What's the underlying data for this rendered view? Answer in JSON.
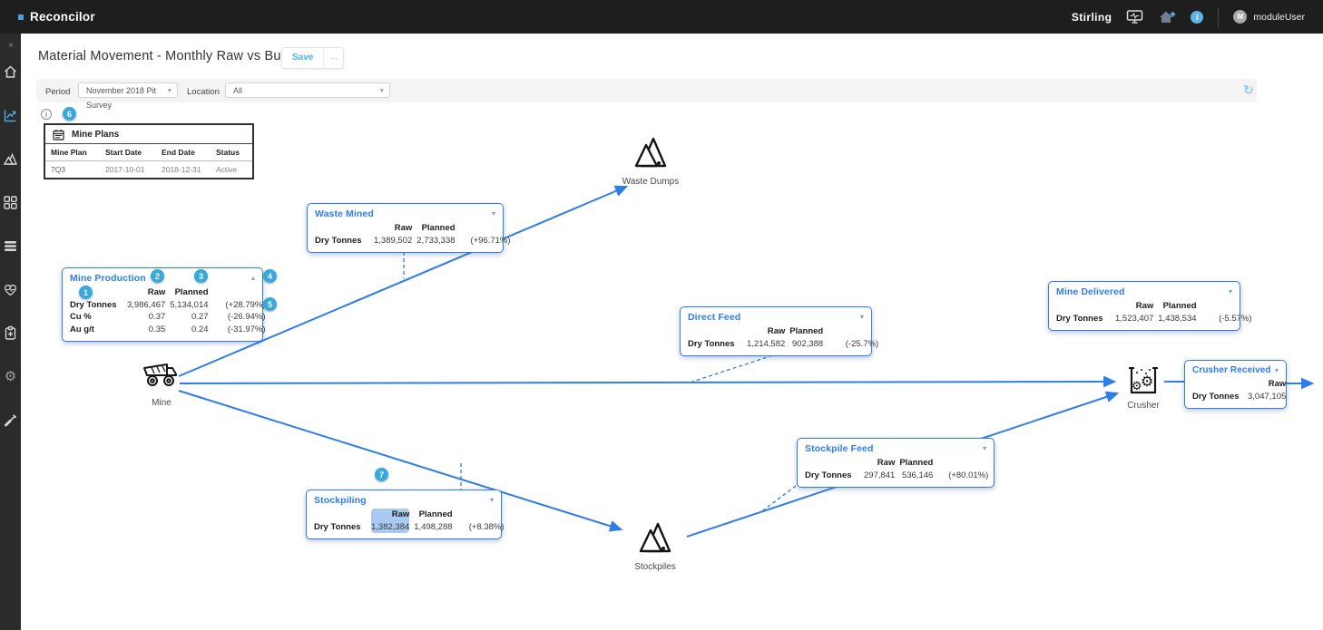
{
  "topbar": {
    "brand": "Reconcilor",
    "site": "Stirling",
    "user": "moduleUser",
    "avatar_initial": "M"
  },
  "page": {
    "title": "Material Movement - Monthly Raw vs Budget",
    "save_label": "Save",
    "more_label": "..."
  },
  "filters": {
    "period_label": "Period",
    "period_value": "November 2018 Pit Survey",
    "location_label": "Location",
    "location_value": "All"
  },
  "mine_plans": {
    "title": "Mine Plans",
    "columns": [
      "Mine Plan",
      "Start Date",
      "End Date",
      "Status"
    ],
    "rows": [
      {
        "plan": "7Q3",
        "start": "2017-10-01",
        "end": "2018-12-31",
        "status": "Active"
      }
    ]
  },
  "cards": {
    "mine_production": {
      "title": "Mine Production",
      "col_raw": "Raw",
      "col_planned": "Planned",
      "rows": [
        {
          "label": "Dry Tonnes",
          "raw": "3,986,467",
          "planned": "5,134,014",
          "delta": "(+28.79%)"
        },
        {
          "label": "Cu %",
          "raw": "0.37",
          "planned": "0.27",
          "delta": "(-26.94%)"
        },
        {
          "label": "Au g/t",
          "raw": "0.35",
          "planned": "0.24",
          "delta": "(-31.97%)"
        }
      ]
    },
    "waste_mined": {
      "title": "Waste Mined",
      "col_raw": "Raw",
      "col_planned": "Planned",
      "rows": [
        {
          "label": "Dry Tonnes",
          "raw": "1,389,502",
          "planned": "2,733,338",
          "delta": "(+96.71%)"
        }
      ]
    },
    "direct_feed": {
      "title": "Direct Feed",
      "col_raw": "Raw",
      "col_planned": "Planned",
      "rows": [
        {
          "label": "Dry Tonnes",
          "raw": "1,214,582",
          "planned": "902,388",
          "delta": "(-25.7%)"
        }
      ]
    },
    "mine_delivered": {
      "title": "Mine Delivered",
      "col_raw": "Raw",
      "col_planned": "Planned",
      "rows": [
        {
          "label": "Dry Tonnes",
          "raw": "1,523,407",
          "planned": "1,438,534",
          "delta": "(-5.57%)"
        }
      ]
    },
    "crusher_received": {
      "title": "Crusher Received",
      "col_raw": "Raw",
      "rows": [
        {
          "label": "Dry Tonnes",
          "raw": "3,047,105"
        }
      ]
    },
    "stockpile_feed": {
      "title": "Stockpile Feed",
      "col_raw": "Raw",
      "col_planned": "Planned",
      "rows": [
        {
          "label": "Dry Tonnes",
          "raw": "297,841",
          "planned": "536,146",
          "delta": "(+80.01%)"
        }
      ]
    },
    "stockpiling": {
      "title": "Stockpiling",
      "col_raw": "Raw",
      "col_planned": "Planned",
      "rows": [
        {
          "label": "Dry Tonnes",
          "raw": "1,382,384",
          "planned": "1,498,288",
          "delta": "(+8.38%)"
        }
      ]
    }
  },
  "nodes": {
    "mine": "Mine",
    "waste_dumps": "Waste Dumps",
    "stockpiles": "Stockpiles",
    "crusher": "Crusher"
  },
  "badges": {
    "b1": "1",
    "b2": "2",
    "b3": "3",
    "b4": "4",
    "b5": "5",
    "b6": "6",
    "b7": "7"
  },
  "icons": {
    "select_arrow": "▼",
    "card_collapse": "▴",
    "card_expand": "▾",
    "refresh": "↻",
    "sidebar_expander": "»",
    "info": "i",
    "gear": "⚙"
  },
  "colors": {
    "accent": "#2e7de9",
    "badge": "#38a9dd",
    "topbar": "#1e1e1e",
    "sidebar": "#2b2b2b",
    "save": "#4db3e6",
    "highlight": "#a9c8f2"
  }
}
